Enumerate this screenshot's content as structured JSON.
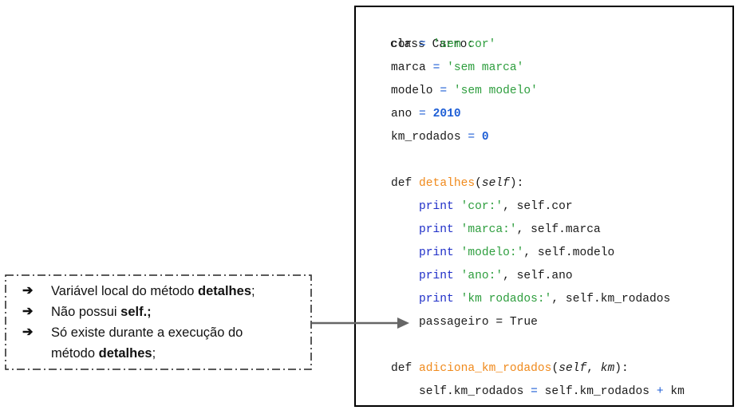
{
  "code": {
    "class_decl": "class Carro:",
    "attr_cor_name": "cor",
    "attr_cor_value": "'sem cor'",
    "attr_marca_name": "marca",
    "attr_marca_value": "'sem marca'",
    "attr_modelo_name": "modelo",
    "attr_modelo_value": "'sem modelo'",
    "attr_ano_name": "ano",
    "attr_ano_value": "2010",
    "attr_km_name": "km_rodados",
    "attr_km_value": "0",
    "eq": "=",
    "def_kw": "def",
    "method1_name": "detalhes",
    "method1_param": "self",
    "print_kw": "print",
    "print1_str": "'cor:'",
    "print1_rest": ", self.cor",
    "print2_str": "'marca:'",
    "print2_rest": ", self.marca",
    "print3_str": "'modelo:'",
    "print3_rest": ", self.modelo",
    "print4_str": "'ano:'",
    "print4_rest": ", self.ano",
    "print5_str": "'km rodados:'",
    "print5_rest": ", self.km_rodados",
    "local_var_line": "passageiro = True",
    "method2_name": "adiciona_km_rodados",
    "method2_param1": "self",
    "method2_param2": "km",
    "last_line_a": "self.km_rodados",
    "last_line_b": "self.km_rodados",
    "plus": "+",
    "last_line_c": "km"
  },
  "note": {
    "arrow_glyph": "➔",
    "item1_text": "Variável local do método ",
    "item1_bold": "detalhes",
    "item1_tail": ";",
    "item2_text": "Não possui ",
    "item2_bold": "self.;",
    "item3_text": "Só existe durante a execução do",
    "item4_text": "método ",
    "item4_bold": "detalhes",
    "item4_tail": ";"
  },
  "colors": {
    "keyword": "#1f2fc8",
    "string": "#2e9e3e",
    "function_name": "#f08a1c",
    "number_operator": "#1f5fd6",
    "connector_arrow": "#666666"
  }
}
